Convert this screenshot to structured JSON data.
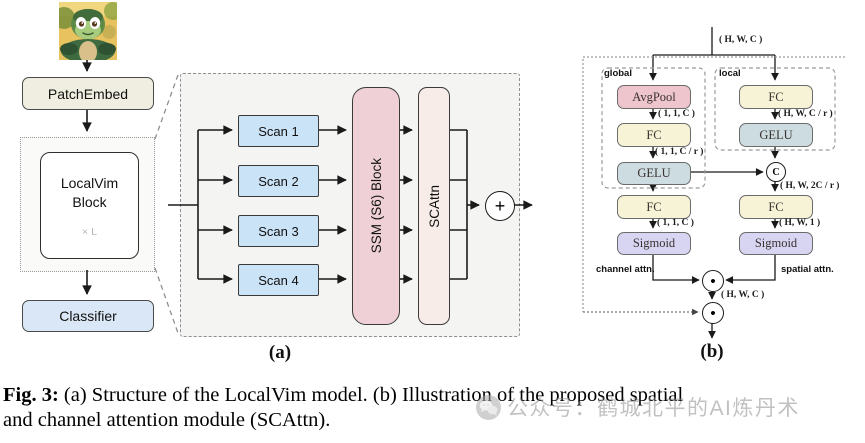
{
  "figure": {
    "caption_prefix": "Fig. 3:",
    "caption_line1": " (a) Structure of the LocalVim model. (b) Illustration of the proposed spatial",
    "caption_line2": "and channel attention module (SCAttn).",
    "panel_a_label": "(a)",
    "panel_b_label": "(b)"
  },
  "left_column": {
    "mascot": "snake-mascot-image",
    "patch_embed": "PatchEmbed",
    "localvim_line1": "LocalVim",
    "localvim_line2": "Block",
    "repeat_label": "× L",
    "classifier": "Classifier"
  },
  "panel_a": {
    "scans": [
      "Scan 1",
      "Scan 2",
      "Scan 3",
      "Scan 4"
    ],
    "ssm_block": "SSM (S6) Block",
    "scattn": "SCAttn",
    "sum_symbol": "+"
  },
  "panel_b": {
    "input_dim": "( H, W, C )",
    "global_label": "global",
    "local_label": "local",
    "global_branch": {
      "avgpool": "AvgPool",
      "dim1": "( 1, 1, C )",
      "fc1": "FC",
      "dim2": "( 1, 1, C / r )",
      "gelu": "GELU",
      "fc2": "FC",
      "dim3": "( 1, 1, C )",
      "sigmoid": "Sigmoid",
      "attn_label": "channel attn."
    },
    "local_branch": {
      "fc1": "FC",
      "dim1": "( H, W, C / r )",
      "gelu": "GELU",
      "concat_symbol": "C",
      "dim2": "( H, W, 2C / r )",
      "fc2": "FC",
      "dim3": "( H, W, 1 )",
      "sigmoid": "Sigmoid",
      "attn_label": "spatial attn."
    },
    "mult_dim": "( H, W, C )",
    "mult_symbol": "•"
  },
  "watermark": {
    "text": "公众号：鹤城北平的AI炼丹术"
  },
  "colors": {
    "scan_blue": "#cbe3f7",
    "ssm_pink": "#eed0d6",
    "scattn_pink": "#f8ece9",
    "patch_beige": "#efeee0",
    "classifier_blue": "#d9e7f6",
    "avgpool_pink": "#eec5cc",
    "fc_cream": "#f6f3d7",
    "gelu_blue": "#ccdce0",
    "sigmoid_purple": "#d8d5f2",
    "panel_fill": "#f4f4f2"
  }
}
